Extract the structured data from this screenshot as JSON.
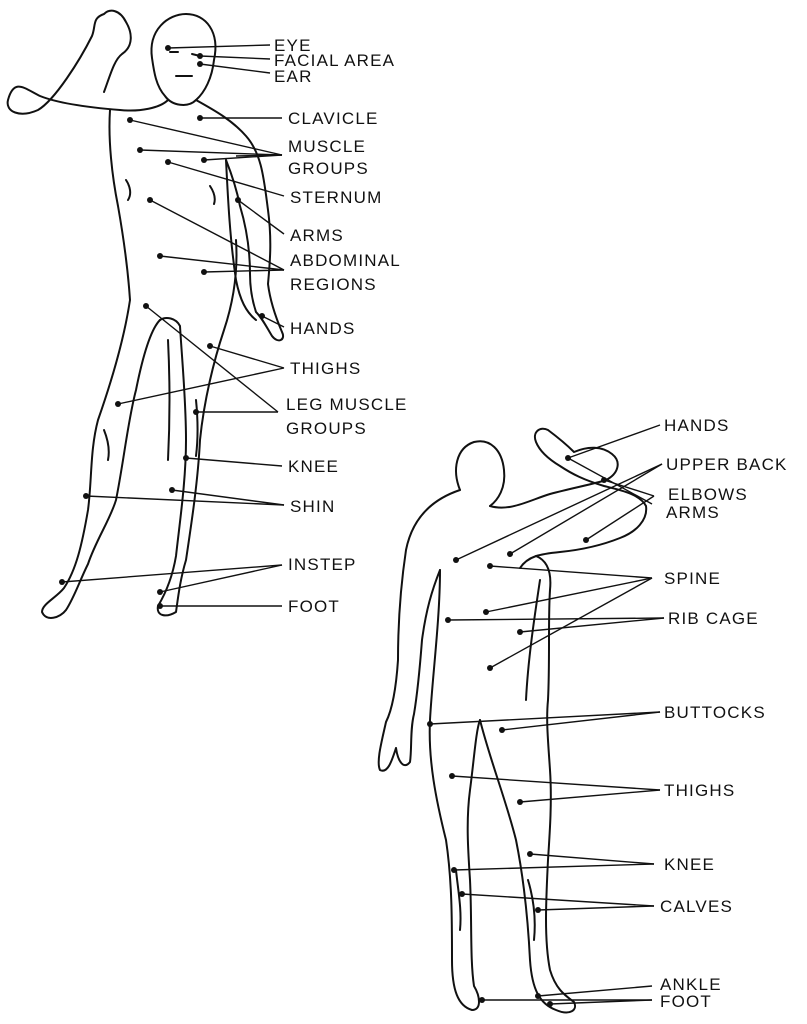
{
  "front": {
    "labels": {
      "eye": "EYE",
      "facial_area": "FACIAL AREA",
      "ear": "EAR",
      "clavicle": "CLAVICLE",
      "muscle_groups_1": "MUSCLE",
      "muscle_groups_2": "GROUPS",
      "sternum": "STERNUM",
      "arms": "ARMS",
      "abdominal_1": "ABDOMINAL",
      "abdominal_2": "REGIONS",
      "hands": "HANDS",
      "thighs": "THIGHS",
      "leg_muscle_1": "LEG MUSCLE",
      "leg_muscle_2": "GROUPS",
      "knee": "KNEE",
      "shin": "SHIN",
      "instep": "INSTEP",
      "foot": "FOOT"
    }
  },
  "back": {
    "labels": {
      "hands": "HANDS",
      "upper_back": "UPPER BACK",
      "elbows": "ELBOWS",
      "arms": "ARMS",
      "spine": "SPINE",
      "rib_cage": "RIB CAGE",
      "buttocks": "BUTTOCKS",
      "thighs": "THIGHS",
      "knee": "KNEE",
      "calves": "CALVES",
      "ankle": "ANKLE",
      "foot": "FOOT"
    }
  }
}
